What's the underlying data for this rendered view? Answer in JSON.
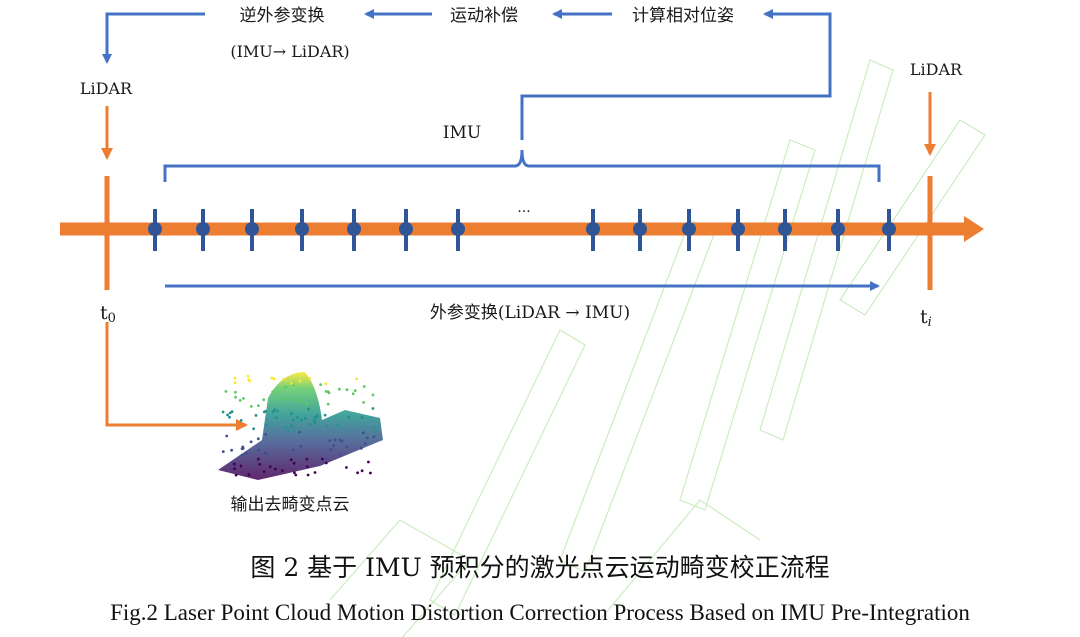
{
  "labels": {
    "inverse_extrinsic": "逆外参变换",
    "inverse_extrinsic_sub": "(IMU→ LiDAR)",
    "motion_comp": "运动补偿",
    "relative_pose": "计算相对位姿",
    "lidar_left": "LiDAR",
    "lidar_right": "LiDAR",
    "imu": "IMU",
    "ellipsis": "···",
    "t0_base": "t",
    "t0_sub": "0",
    "ti_base": "t",
    "ti_sub": "i",
    "extrinsic": "外参变换(LiDAR → IMU)",
    "output": "输出去畸变点云"
  },
  "caption": {
    "cn": "图 2  基于  IMU  预积分的激光点云运动畸变校正流程",
    "en": "Fig.2 Laser Point Cloud Motion Distortion Correction Process Based on IMU Pre-Integration"
  },
  "colors": {
    "orange": "#ed7d31",
    "blue": "#4472c4",
    "dot": "#2f5597",
    "watermark": "#b7e4a8"
  },
  "icons": [
    "point-cloud-icon"
  ]
}
